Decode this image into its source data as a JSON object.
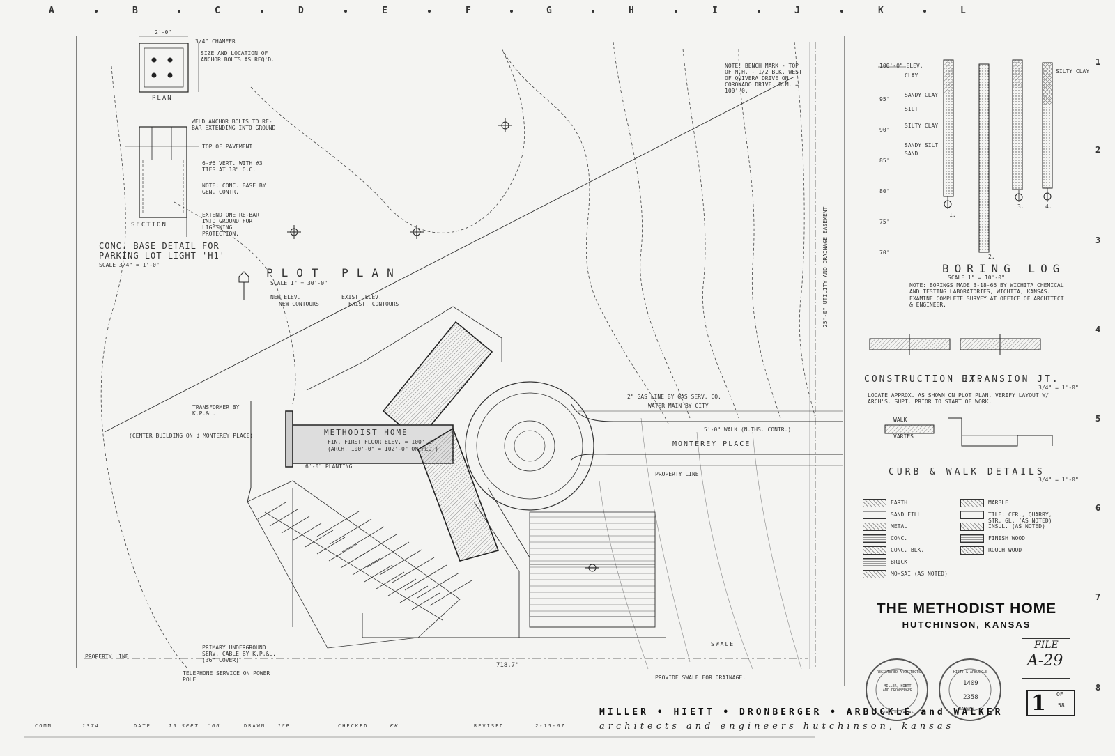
{
  "grid": {
    "letters": [
      "A",
      "B",
      "C",
      "D",
      "E",
      "F",
      "G",
      "H",
      "I",
      "J",
      "K",
      "L"
    ],
    "numbers": [
      "1",
      "2",
      "3",
      "4",
      "5",
      "6",
      "7",
      "8"
    ]
  },
  "plot_plan": {
    "title": "PLOT PLAN",
    "scale": "SCALE 1\" = 30'-0\"",
    "legend_new_elev": "NEW ELEV.",
    "legend_new_contours": "NEW CONTOURS",
    "legend_exist_elev": "EXIST. ELEV.",
    "legend_exist_contours": "EXIST. CONTOURS",
    "building_name": "METHODIST HOME",
    "floor_elev": "FIN. FIRST FLOOR ELEV. = 100'-0\"",
    "floor_note": "(ARCH. 100'-0\" = 102'-0\" ON PLOT)",
    "street": "MONTEREY PLACE",
    "center_note": "(CENTER BUILDING ON ¢ MONTEREY PLACE)",
    "easement": "25'-0\" UTILITY AND DRAINAGE EASEMENT",
    "benchmark": "NOTE! BENCH MARK - TOP OF M.H. - 1/2 BLK. WEST OF QUIVERA DRIVE ON CORONADO DRIVE. B.M. = 100'-0.",
    "property_line": "PROPERTY LINE",
    "swale": "SWALE",
    "planting": "6'-0\" PLANTING",
    "transformer": "TRANSFORMER BY K.P.&L.",
    "gas_line": "2\" GAS LINE BY GAS SERV. CO.",
    "water_main": "WATER MAIN BY CITY",
    "walk": "5'-0\" WALK (N.THS. CONTR.)",
    "drainage": "PROVIDE SWALE FOR DRAINAGE.",
    "phone": "TELEPHONE SERVICE ON POWER POLE",
    "primary": "PRIMARY UNDERGROUND SERV. CABLE BY K.P.&L. (36\" COVER)",
    "dim_bottom": "718.7'"
  },
  "base_detail": {
    "title": "CONC. BASE DETAIL FOR",
    "title2": "PARKING LOT LIGHT 'H1'",
    "scale": "SCALE 3/4\" = 1'-0\"",
    "plan": "PLAN",
    "section": "SECTION",
    "dim_top": "2'-0\"",
    "chamfer": "3/4\" CHAMFER",
    "anchor": "SIZE AND LOCATION OF ANCHOR BOLTS AS REQ'D.",
    "weld": "WELD ANCHOR BOLTS TO RE-BAR EXTENDING INTO GROUND",
    "pavement": "TOP OF PAVEMENT",
    "ties": "6-#6 VERT. WITH #3 TIES AT 18\" O.C.",
    "note": "NOTE: CONC. BASE BY GEN. CONTR.",
    "extend": "EXTEND ONE RE-BAR INTO GROUND FOR LIGHTNING PROTECTION."
  },
  "boring_log": {
    "title": "BORING LOG",
    "scale": "SCALE 1\" = 10'-0\"",
    "elevations": [
      "100'-0\" ELEV.",
      "95'",
      "90'",
      "85'",
      "80'",
      "75'",
      "70'"
    ],
    "soils": [
      "CLAY",
      "SANDY CLAY",
      "SILT",
      "SILTY CLAY",
      "SANDY SILT",
      "SAND"
    ],
    "silty_clay": "SILTY CLAY",
    "notes": "NOTE: BORINGS MADE 3-18-66 BY WICHITA CHEMICAL AND TESTING LABORATORIES, WICHITA, KANSAS.",
    "notes2": "EXAMINE COMPLETE SURVEY AT OFFICE OF ARCHITECT & ENGINEER.",
    "borings": [
      "1.",
      "2.",
      "3.",
      "4."
    ]
  },
  "joints": {
    "construction": "CONSTRUCTION JT.",
    "expansion": "EXPANSION JT.",
    "scale": "3/4\" = 1'-0\"",
    "note": "LOCATE APPROX. AS SHOWN ON PLOT PLAN. VERIFY LAYOUT W/ ARCH'S. SUPT. PRIOR TO START OF WORK."
  },
  "curb": {
    "title": "CURB & WALK DETAILS",
    "scale": "3/4\" = 1'-0\"",
    "walk": "WALK",
    "varies": "VARIES"
  },
  "materials": {
    "left": [
      "EARTH",
      "SAND FILL",
      "METAL",
      "CONC.",
      "CONC. BLK.",
      "BRICK",
      "MO-SAI (AS NOTED)"
    ],
    "right": [
      "MARBLE",
      "TILE: CER., QUARRY, STR. GL. (AS NOTED)",
      "INSUL. (AS NOTED)",
      "FINISH WOOD",
      "ROUGH WOOD"
    ]
  },
  "title_block": {
    "project": "THE METHODIST HOME",
    "location": "HUTCHINSON, KANSAS",
    "file_label": "FILE",
    "file_num": "A-29",
    "sheet": "1",
    "of": "OF",
    "of_num": "58",
    "firm": "MILLER • HIETT • DRONBERGER • ARBUCKLE and WALKER",
    "firm_sub": "architects and engineers      hutchinson, kansas",
    "seal1_top": "REGISTERED ARCHITECTS",
    "seal1_mid": "MILLER, HIETT AND DRONBERGER",
    "seal1_bot": "STATE OF KANSAS",
    "seal2_top": "HIETT & ARBUCKLE",
    "seal2_a": "1409",
    "seal2_b": "2358",
    "seal2_bot": "KANSAS",
    "comm_label": "COMM.",
    "comm": "1374",
    "date_label": "DATE",
    "date": "15 SEPT. '66",
    "drawn_label": "DRAWN",
    "drawn": "JGP",
    "checked_label": "CHECKED",
    "checked": "KK",
    "revised_label": "REVISED",
    "revised": "2-15-67"
  },
  "colors": {
    "ink": "#222222",
    "paper": "#f4f4f2",
    "hatch": "#777777"
  }
}
